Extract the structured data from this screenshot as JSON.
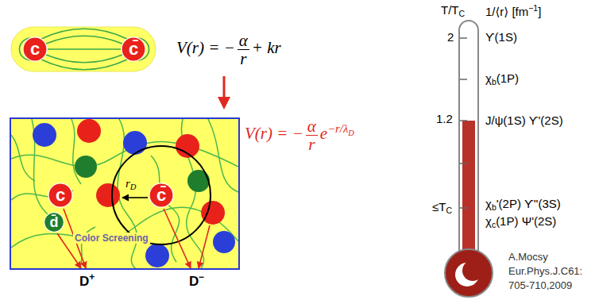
{
  "diagram": {
    "nodes": [
      {
        "text": [
          "c"
        ]
      },
      {
        "text": [
          "c̄"
        ]
      },
      {
        "text": [
          "Color Screening"
        ]
      },
      {
        "text": [
          "c"
        ],
        "in": 2
      },
      {
        "text": [
          "c̄"
        ],
        "in": 2
      },
      {
        "text": [
          "d̄"
        ],
        "in": 2
      }
    ],
    "labels": [
      "V(r) = −",
      "α",
      "r",
      "+ kr",
      "r",
      "D",
      "D",
      "+",
      "D",
      "−",
      "V(r) = −",
      "α",
      "r",
      "e",
      "−r/λ",
      "D",
      "T/T",
      "C",
      "1/⟨r⟩ [fm",
      "−1",
      "]",
      "2",
      "1.2",
      "≤T",
      "C",
      "ϒ(1S)",
      "χ",
      "b",
      "(1P)",
      "J/ψ(1S) ϒ'(2S)",
      "χ",
      "b",
      "'(2P) ϒ''(3S)",
      "χ",
      "c",
      "(1P) Ψ'(2S)",
      "A.Mocsy",
      "Eur.Phys.J.C61:",
      "705-710,2009"
    ]
  }
}
